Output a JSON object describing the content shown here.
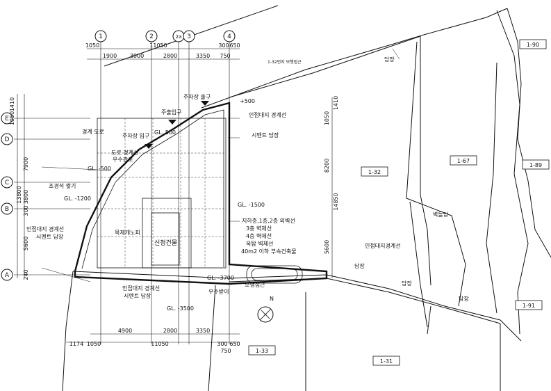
{
  "grid_top": [
    "1",
    "2",
    "2a",
    "3",
    "4"
  ],
  "grid_left": [
    "E",
    "D",
    "C",
    "B",
    "A"
  ],
  "dims_top_row1": [
    "1050",
    "11050",
    "300",
    "650"
  ],
  "dims_top_row2": [
    "1900",
    "3000",
    "2800",
    "3350",
    "750"
  ],
  "dims_bottom_row1": [
    "4900",
    "2800",
    "3350"
  ],
  "dims_bottom_row2": [
    "1174",
    "1050",
    "11050",
    "300",
    "650"
  ],
  "dims_bottom_row3": [
    "750"
  ],
  "dims_left_row1": [
    "1410",
    "1050",
    "7900",
    "3800",
    "300",
    "5600",
    "240"
  ],
  "dims_left_total": "13800",
  "dims_right": [
    "1410",
    "1050",
    "8200",
    "14850",
    "5600"
  ],
  "lots": [
    "1-90",
    "1-32",
    "1-67",
    "1-89",
    "1-91",
    "1-33",
    "1-31"
  ],
  "labels": {
    "lot_area": "신청건물",
    "site_boundary_top": "인접대지 경계선",
    "cement_wall_right": "시멘트 담장",
    "gl_plus500": "+500",
    "gl_500": "GL. 500",
    "gl_minus500": "GL. -500",
    "gl_minus1200": "GL. -1200",
    "gl_minus1500": "GL. -1500",
    "gl_minus3500": "GL. -3500",
    "gl_minus3700": "GL. -3700",
    "parking_entrance": "주차장 입구",
    "main_entrance": "주출입구",
    "parking_exit": "주차장 출구",
    "existing_sign": "경계 도로",
    "neighbor_line": "도로 경계선",
    "rain_gutter": "우수관로",
    "planting": "조경석 쌓기",
    "bldg_line": "인접대지 경계선",
    "cement_wall_left": "시멘트 담장",
    "entrance_canopy": "목재캐노피",
    "wall_top": "담장",
    "neighbor_wall": "인접대지경계선",
    "brick_wall": "벽돌담",
    "wall_right_low": "담장",
    "road_32": "1-32번지 보행접근",
    "walk_access": "보행접근",
    "rain_inlet": "우수받이",
    "site_boundary_b": "인접대지 경계선",
    "cement_wall_b": "시멘트 담장",
    "note1": "지하층,1층,2층 외벽선",
    "note2": "3층 벽체선",
    "note3": "4층 벽체선",
    "note4": "옥탑 벽체선",
    "note5": "40m2 이하 부속건축물",
    "wall_bottom": "담장",
    "compass": "N"
  }
}
